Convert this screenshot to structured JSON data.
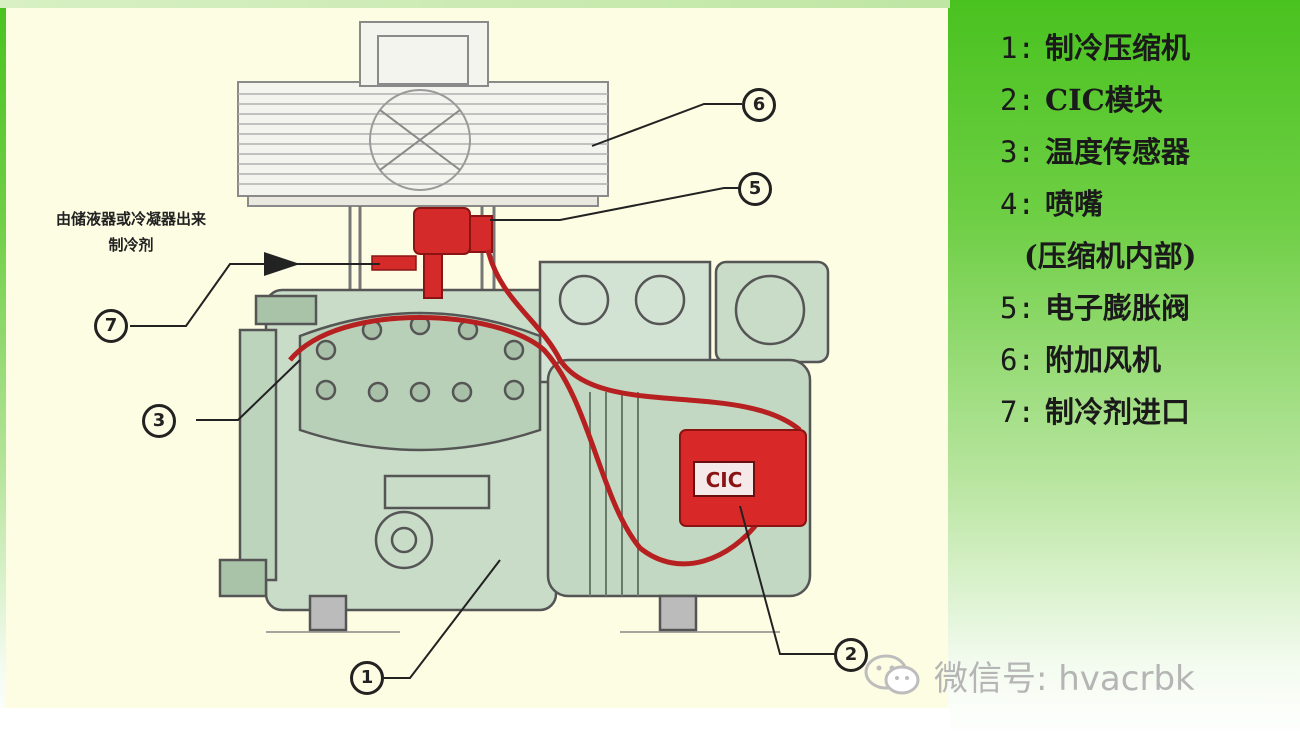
{
  "legend": [
    {
      "num": "1:",
      "label": "制冷压缩机"
    },
    {
      "num": "2:",
      "label": "CIC模块"
    },
    {
      "num": "3:",
      "label": "温度传感器"
    },
    {
      "num": "4:",
      "label": "喷嘴"
    },
    {
      "num": "",
      "label": "(压缩机内部)"
    },
    {
      "num": "5:",
      "label": "电子膨胀阀"
    },
    {
      "num": "6:",
      "label": "附加风机"
    },
    {
      "num": "7:",
      "label": "制冷剂进口"
    }
  ],
  "inlet_note": {
    "line1": "由储液器或冷凝器出来",
    "line2": "制冷剂"
  },
  "callouts": [
    "1",
    "2",
    "3",
    "5",
    "6",
    "7"
  ],
  "module_label": "CIC",
  "watermark": "微信号: hvacrbk",
  "icons": [
    "wechat-icon",
    "arrow-right-icon"
  ],
  "colors": {
    "compressor_body": "#c8dcc8",
    "red_components": "#d42a2a",
    "drawing_background": "#fdfde3",
    "panel_green": "#5cc32f"
  }
}
